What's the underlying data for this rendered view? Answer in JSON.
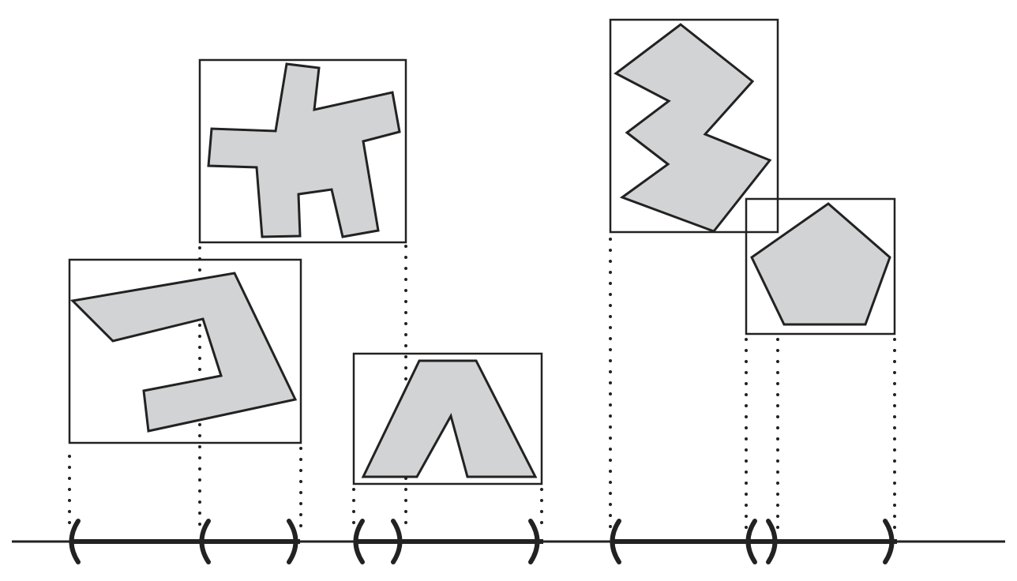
{
  "colors": {
    "shape_fill": "#d1d3d4",
    "stroke": "#222222",
    "background": "#ffffff"
  },
  "diagram": {
    "objects": [
      {
        "name": "hook-shape",
        "interval": "first"
      },
      {
        "name": "cross-shape",
        "interval": "second"
      },
      {
        "name": "arch-shape",
        "interval": "third"
      },
      {
        "name": "zigzag-shape",
        "interval": "fourth"
      },
      {
        "name": "pentagon-shape",
        "interval": "fifth"
      }
    ],
    "intervals_count": 5,
    "description_elements": [
      "bounding-boxes",
      "dotted-projections",
      "interval-brackets",
      "number-line"
    ]
  }
}
